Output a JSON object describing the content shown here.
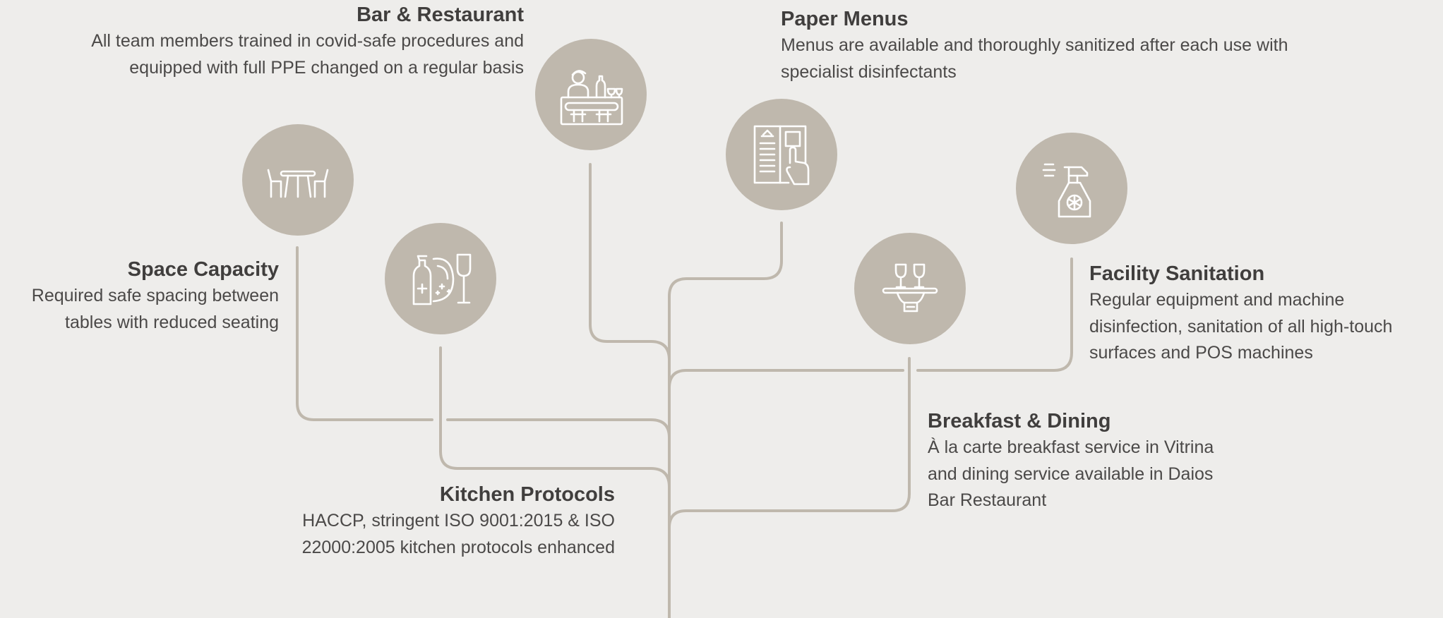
{
  "colors": {
    "background": "#eeedeb",
    "circle": "#bfb8ad",
    "line": "#bfb8ad",
    "icon": "#ffffff",
    "title": "#403e3d",
    "text": "#4b4948"
  },
  "items": {
    "bar_restaurant": {
      "title": "Bar & Restaurant",
      "desc": "All team members trained in covid-safe procedures and equipped with full PPE changed on a regular basis",
      "icon": "bartender-icon"
    },
    "paper_menus": {
      "title": "Paper Menus",
      "desc": "Menus are available and thoroughly sanitized after each use with specialist disinfectants",
      "icon": "menu-icon"
    },
    "space_capacity": {
      "title": "Space Capacity",
      "desc": "Required safe spacing between tables with reduced seating",
      "icon": "table-chairs-icon"
    },
    "kitchen_protocols": {
      "title": "Kitchen Protocols",
      "desc": "HACCP, stringent ISO 9001:2015 & ISO 22000:2005 kitchen protocols enhanced",
      "icon": "dishwashing-icon"
    },
    "breakfast_dining": {
      "title": "Breakfast & Dining",
      "desc": "À la carte breakfast service in Vitrina and dining service available in Daios Bar Restaurant",
      "icon": "serving-tray-icon"
    },
    "facility_sanitation": {
      "title": "Facility Sanitation",
      "desc": "Regular equipment and machine disinfection, sanitation of all high-touch surfaces and POS machines",
      "icon": "spray-bottle-icon"
    }
  }
}
